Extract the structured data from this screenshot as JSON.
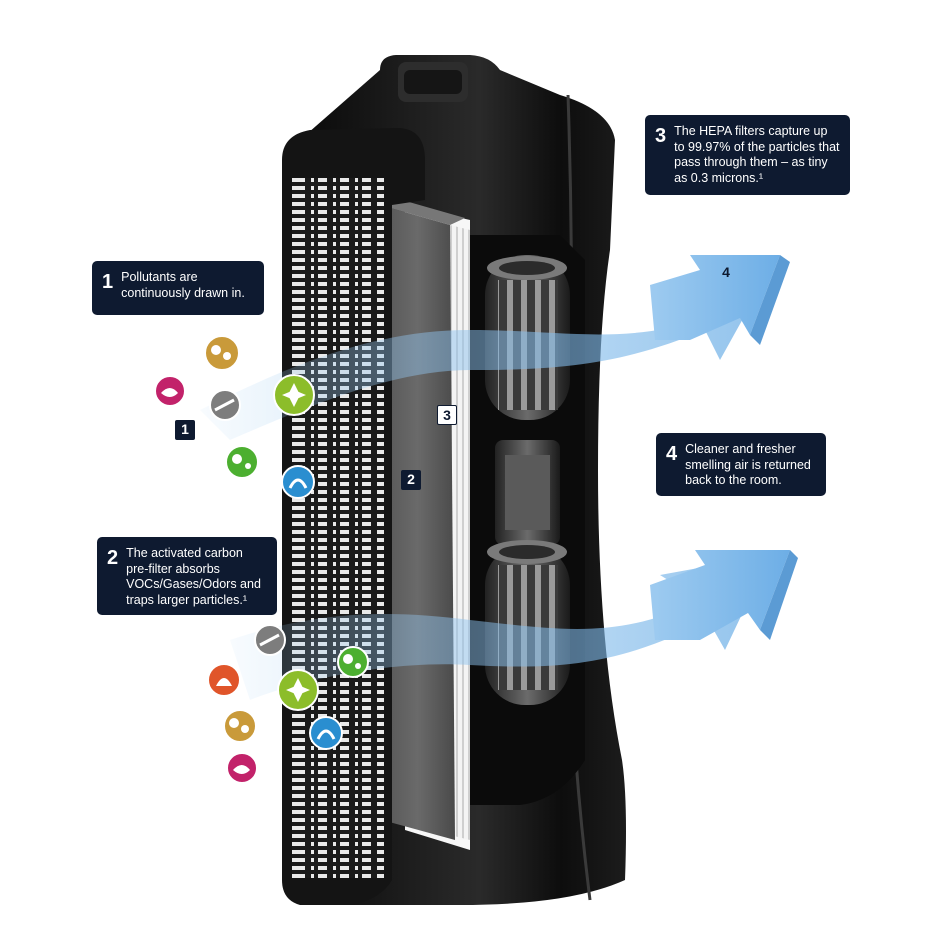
{
  "callouts": [
    {
      "num": "1",
      "text": "Pollutants are continuously drawn in."
    },
    {
      "num": "2",
      "text": "The activated carbon pre-filter absorbs VOCs/Gases/Odors and traps larger particles.¹"
    },
    {
      "num": "3",
      "text": "The HEPA filters capture up to 99.97% of the particles that pass through them – as tiny as 0.3 microns.¹"
    },
    {
      "num": "4",
      "text": "Cleaner and fresher smelling air is returned back to the room."
    }
  ],
  "tags": {
    "t1": "1",
    "t2": "2",
    "t3": "3",
    "t4": "4"
  },
  "colors": {
    "callout_bg": "#0e1a30",
    "airflow": "#7fb3e3",
    "unit": "#111111"
  },
  "icons": [
    "dust-icon",
    "odor-fish-icon",
    "smoke-icon",
    "pollen-icon",
    "bacteria-icon",
    "allergen-icon",
    "pet-dander-icon"
  ]
}
